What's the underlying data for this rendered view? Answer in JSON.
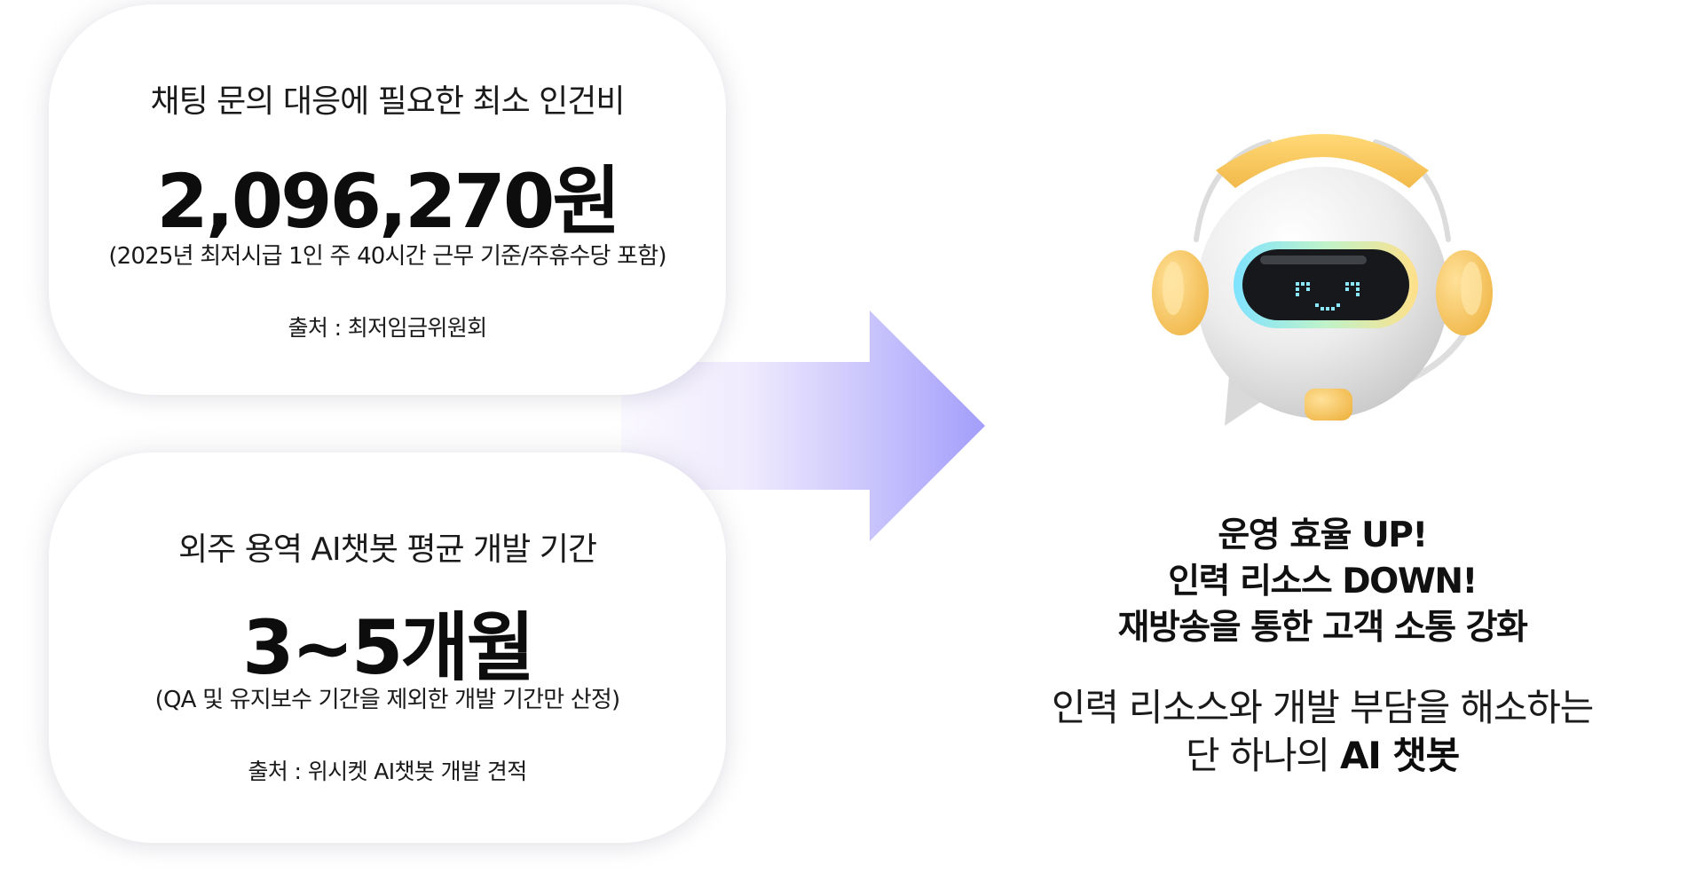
{
  "card_cost": {
    "title": "채팅 문의 대응에 필요한 최소 인건비",
    "value": "2,096,270원",
    "note": "(2025년 최저시급 1인 주 40시간 근무 기준/주휴수당 포함)",
    "source": "출처 : 최저임금위원회"
  },
  "card_period": {
    "title": "외주 용역 AI챗봇 평균 개발 기간",
    "value": "3~5개월",
    "note": "(QA 및 유지보수 기간을 제외한 개발 기간만 산정)",
    "source": "출처 : 위시켓 AI챗봇 개발 견적"
  },
  "headline": {
    "line1": "운영 효율 UP!",
    "line2": "인력 리소스 DOWN!",
    "line3": "재방송을 통한 고객 소통 강화"
  },
  "subline": {
    "line1": "인력 리소스와 개발 부담을 해소하는",
    "line2_prefix": "단 하나의 ",
    "line2_emphasis": "AI 챗봇"
  },
  "colors": {
    "arrow": "#a9a4fb",
    "arrow_fade": "#f1eefd",
    "headset": "#f7c95a",
    "robot_body": "#eeeeee",
    "visor": "#16181b",
    "eye_glow": "#6fe0ff"
  },
  "icons": {
    "arrow": "right-arrow-icon",
    "robot": "chatbot-robot-headset-icon"
  }
}
